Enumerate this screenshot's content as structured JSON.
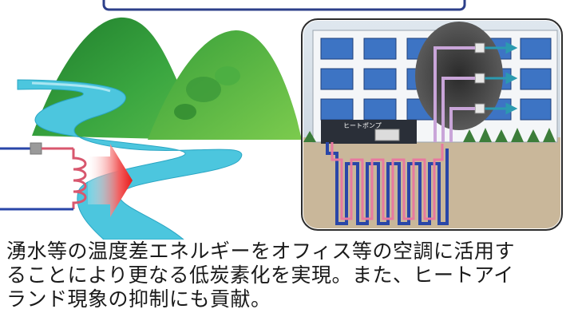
{
  "diagram": {
    "heat_pump_label": "ヒートポンプ"
  },
  "caption": {
    "lines": [
      "湧水等の温度差エネルギーをオフィス等の空調に活用す",
      "ることにより更なる低炭素化を実現。また、ヒートアイ",
      "ランド現象の抑制にも貢献。"
    ]
  },
  "colors": {
    "mountain": "#2f9a3a",
    "river": "#4cc6de",
    "hot_pipe": "#e65d73",
    "cold_pipe": "#2946a8",
    "heat_arrow": "#f03030",
    "ground": "#c9b79a"
  }
}
